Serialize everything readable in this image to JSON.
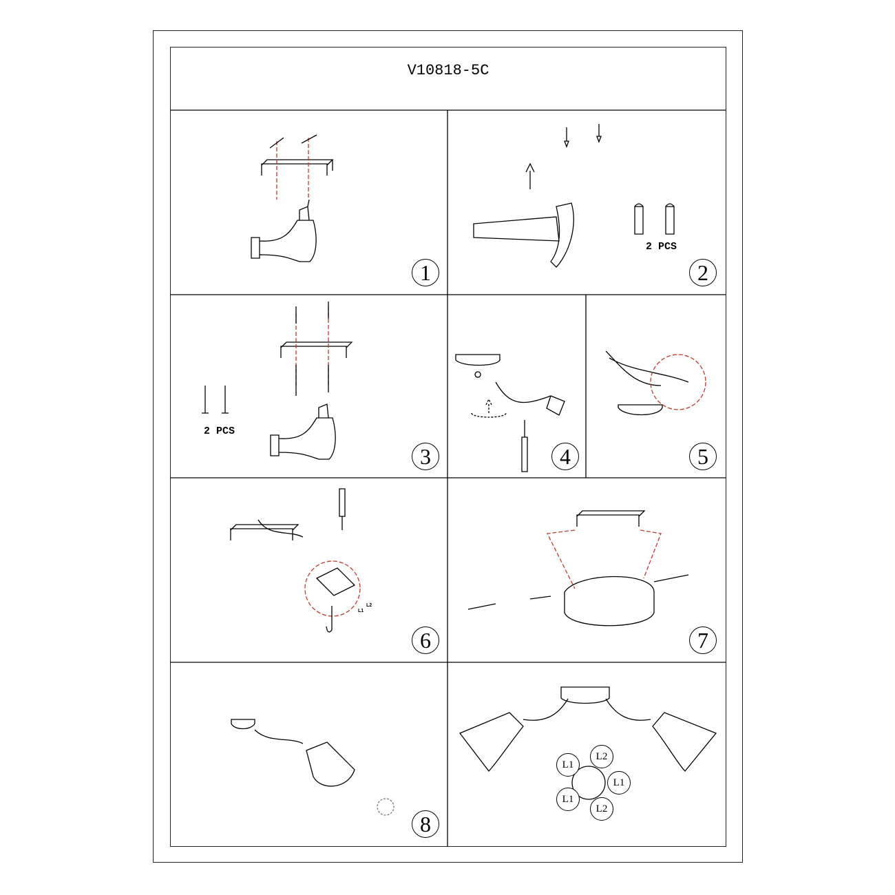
{
  "title": "V10818-5C",
  "steps": [
    "1",
    "2",
    "3",
    "4",
    "5",
    "6",
    "7",
    "8"
  ],
  "pcs_label_2": "2 PCS",
  "pcs_label_3": "2 PCS",
  "step6_labels": [
    "L2",
    "L1"
  ],
  "wiring_labels": [
    "L2",
    "L1",
    "L1",
    "L1",
    "L2"
  ],
  "colors": {
    "line": "#000000",
    "guide": "#c0392b"
  }
}
